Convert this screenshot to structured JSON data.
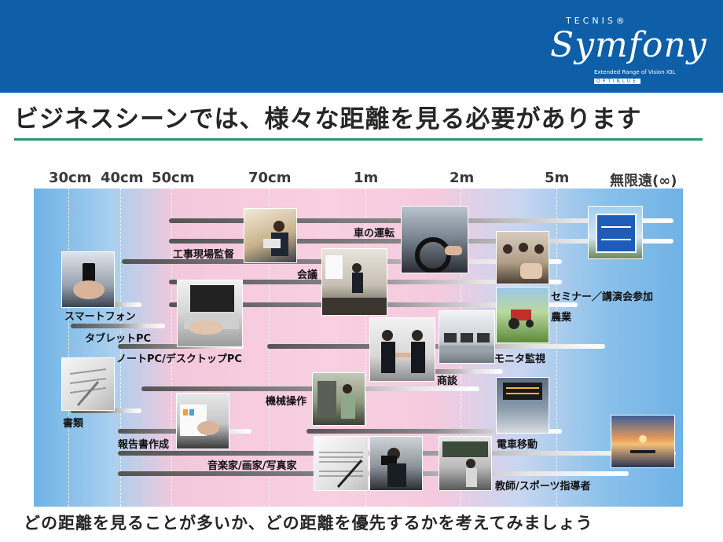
{
  "header": {
    "brand": "TECNIS®",
    "product": "Symfony",
    "tagline": "Extended Range of Vision IOL",
    "sub_brand": "OPTIBLUE"
  },
  "title": "ビジネスシーンでは、様々な距離を見る必要があります",
  "distances": [
    "30cm",
    "40cm",
    "50cm",
    "70cm",
    "1m",
    "2m",
    "5m",
    "無限遠(∞)"
  ],
  "labels": {
    "car": "車の運転",
    "site": "工事現場監督",
    "meeting": "会議",
    "seminar": "セミナー／講演会参加",
    "smartphone": "スマートフォン",
    "agri": "農業",
    "tablet": "タブレットPC",
    "notepc": "ノートPC/デスクトップPC",
    "monitor": "モニタ監視",
    "negotiation": "商談",
    "machine": "機械操作",
    "docs": "書類",
    "report": "報告書作成",
    "train": "電車移動",
    "artist": "音楽家/画家/写真家",
    "teacher": "教師/スポーツ指導者"
  },
  "footer": "どの距離を見ることが多いか、どの距離を優先するかを考えてみましょう"
}
